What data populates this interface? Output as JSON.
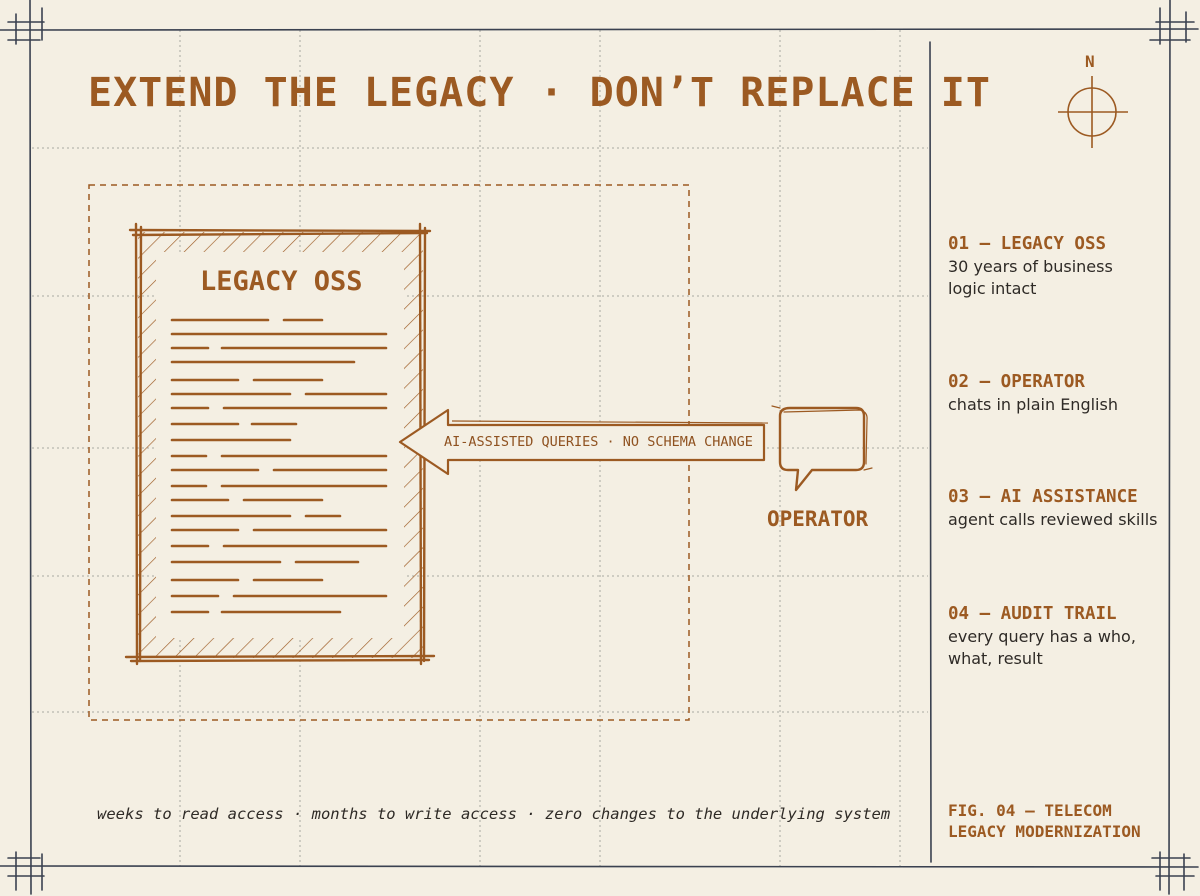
{
  "title": "EXTEND THE LEGACY · DON’T REPLACE IT",
  "compass": {
    "label": "N"
  },
  "diagram": {
    "legacy_label": "LEGACY OSS",
    "arrow_label": "AI-ASSISTED QUERIES · NO SCHEMA CHANGE",
    "operator_label": "OPERATOR"
  },
  "steps": [
    {
      "heading": "01 — LEGACY OSS",
      "text": "30 years of business\nlogic intact"
    },
    {
      "heading": "02 — OPERATOR",
      "text": "chats in plain English"
    },
    {
      "heading": "03 — AI ASSISTANCE",
      "text": "agent calls reviewed skills"
    },
    {
      "heading": "04 — AUDIT TRAIL",
      "text": "every query has a who,\nwhat, result"
    }
  ],
  "footer": "weeks to read access · months to write access · zero changes to the underlying system",
  "figure_caption": "FIG. 04 — TELECOM\nLEGACY MODERNIZATION",
  "colors": {
    "background": "#f4efe3",
    "accent": "#9c5a22",
    "ink": "#2e2a26",
    "frame": "#3a4150"
  }
}
